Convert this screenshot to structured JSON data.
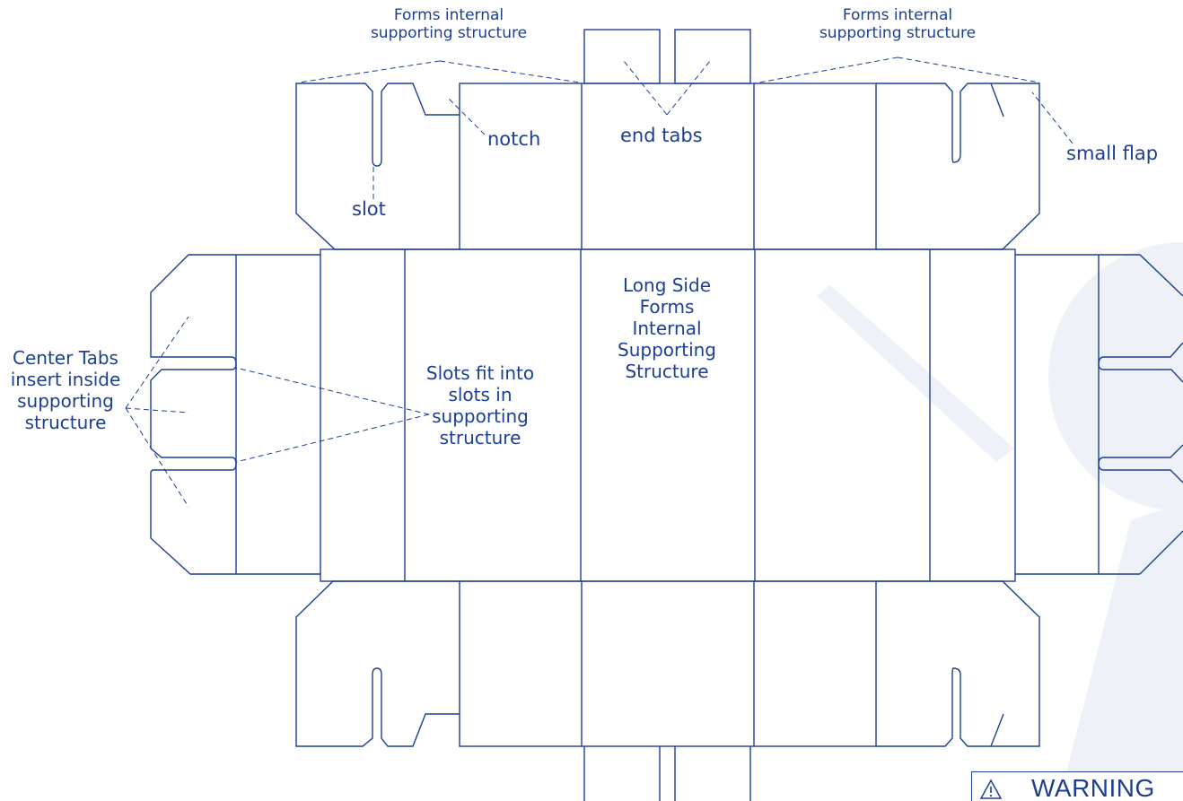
{
  "colors": {
    "line": "#1c3f94",
    "text": "#1c3f94",
    "watermark": "#eef1f7"
  },
  "labels": {
    "forms_left": "Forms internal\nsupporting structure",
    "forms_right": "Forms internal\nsupporting structure",
    "notch": "notch",
    "end_tabs": "end tabs",
    "slot": "slot",
    "small_flap": "small flap",
    "center_tabs": "Center Tabs\ninsert inside\nsupporting\nstructure",
    "slots_fit": "Slots fit into\nslots in\nsupporting\nstructure",
    "long_side": "Long Side\nForms\nInternal\nSupporting\nStructure"
  },
  "warning": {
    "icon": "warning-triangle-icon",
    "text": "WARNING"
  }
}
